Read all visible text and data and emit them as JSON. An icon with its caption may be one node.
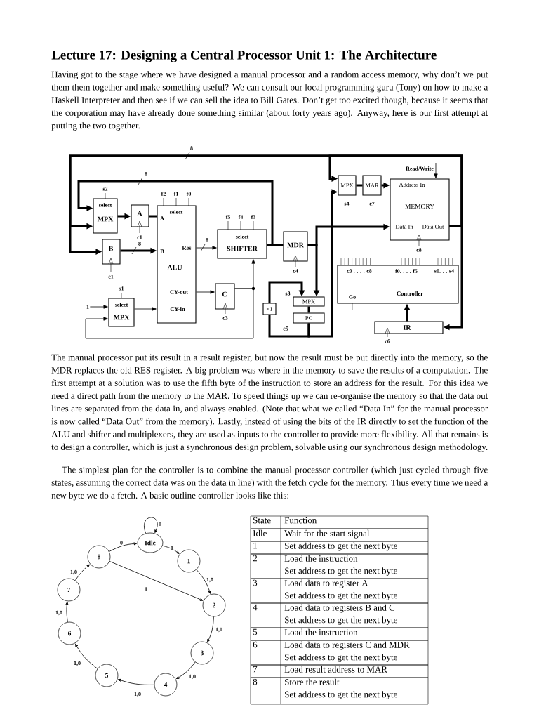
{
  "diagram": {
    "title": "Lecture 17: Designing a Central Processor Unit 1: The Architecture",
    "nodes": [
      {
        "text": [
          "select",
          "MPX"
        ],
        "beside": [
          "s2"
        ]
      },
      {
        "text": [
          "A"
        ],
        "beside": [
          "c1"
        ]
      },
      {
        "text": [
          "B"
        ],
        "beside": [
          "c1"
        ]
      },
      {
        "text": [
          "select",
          "A",
          "B",
          "Res",
          "ALU",
          "CY-out",
          "CY-in"
        ],
        "beside": [
          "f2",
          "f1",
          "f0"
        ]
      },
      {
        "text": [
          "select",
          "MPX"
        ],
        "beside": [
          "s1"
        ]
      },
      {
        "text": [
          "C"
        ],
        "beside": [
          "c3"
        ]
      },
      {
        "text": [
          "select",
          "SHIFTER"
        ],
        "beside": [
          "f5",
          "f4",
          "f3"
        ]
      },
      {
        "text": [
          "MDR"
        ],
        "beside": [
          "c4"
        ]
      },
      {
        "text": [
          "+1"
        ]
      },
      {
        "text": [
          "MPX"
        ],
        "beside": [
          "s3"
        ]
      },
      {
        "text": [
          "PC"
        ],
        "beside": [
          "c5"
        ]
      },
      {
        "text": [
          "MPX"
        ],
        "beside": [
          "s4"
        ]
      },
      {
        "text": [
          "MAR"
        ],
        "beside": [
          "c7"
        ]
      },
      {
        "text": [
          "Address In",
          "MEMORY",
          "Data In",
          "Data Out"
        ],
        "beside": [
          "Read/Write",
          "c8"
        ]
      },
      {
        "text": [
          "c0 . . . . c8",
          "f0. . . . f5",
          "s0. . . s4",
          "Controller",
          "Go"
        ]
      },
      {
        "text": [
          "IR"
        ],
        "beside": [
          "c6"
        ]
      },
      {
        "text": [
          "1"
        ]
      },
      {
        "text": [
          "Idle"
        ]
      },
      {
        "text": [
          "1"
        ]
      },
      {
        "text": [
          "2"
        ]
      },
      {
        "text": [
          "3"
        ]
      },
      {
        "text": [
          "4"
        ]
      },
      {
        "text": [
          "5"
        ]
      },
      {
        "text": [
          "6"
        ]
      },
      {
        "text": [
          "7"
        ]
      },
      {
        "text": [
          "8"
        ]
      }
    ],
    "edges": [
      {
        "from": 13,
        "to": 0,
        "arrow": "to",
        "style": "thick",
        "label": "8"
      },
      {
        "from": 13,
        "to": 2,
        "arrow": "to",
        "style": "thick"
      },
      {
        "from": 13,
        "to": 11,
        "arrow": "to",
        "style": "thick"
      },
      {
        "from": 13,
        "to": 15,
        "arrow": "to",
        "style": "thick"
      },
      {
        "from": 6,
        "to": 0,
        "arrow": "to",
        "style": "thick",
        "label": "8"
      },
      {
        "from": 0,
        "to": 1,
        "arrow": "to",
        "style": "thick"
      },
      {
        "from": 1,
        "to": 3,
        "arrow": "none",
        "style": "thick"
      },
      {
        "from": 2,
        "to": 3,
        "arrow": "to",
        "style": "thick",
        "label": "8"
      },
      {
        "from": 3,
        "to": 6,
        "arrow": "to",
        "label": "8"
      },
      {
        "from": 3,
        "to": 5,
        "arrow": "to"
      },
      {
        "from": 4,
        "to": 3,
        "arrow": "to"
      },
      {
        "from": 16,
        "to": 4,
        "arrow": "to"
      },
      {
        "from": 5,
        "to": 6,
        "arrow": "to"
      },
      {
        "from": 5,
        "to": 4,
        "arrow": "to"
      },
      {
        "from": 6,
        "to": 7,
        "arrow": "none",
        "style": "thick"
      },
      {
        "from": 7,
        "to": 13,
        "arrow": "to",
        "style": "thick"
      },
      {
        "from": 7,
        "to": 9,
        "arrow": "to",
        "style": "thick"
      },
      {
        "from": 8,
        "to": 9,
        "arrow": "to",
        "style": "thick"
      },
      {
        "from": 9,
        "to": 10,
        "arrow": "none",
        "style": "thick"
      },
      {
        "from": 10,
        "to": 8,
        "arrow": "none",
        "style": "thick"
      },
      {
        "from": 10,
        "to": 11,
        "arrow": "to",
        "style": "thick"
      },
      {
        "from": 11,
        "to": 12,
        "arrow": "none",
        "style": "thick"
      },
      {
        "from": 12,
        "to": 13,
        "arrow": "to",
        "style": "thick"
      },
      {
        "from": 15,
        "to": 14,
        "arrow": "to",
        "style": "thick"
      },
      {
        "from": null,
        "to": 13,
        "arrow": "to"
      },
      {
        "from": 17,
        "to": 17,
        "arrow": "to",
        "label": "0"
      },
      {
        "from": 17,
        "to": 18,
        "arrow": "to",
        "label": "1"
      },
      {
        "from": 18,
        "to": 19,
        "arrow": "to",
        "label": "1,0"
      },
      {
        "from": 19,
        "to": 20,
        "arrow": "to",
        "label": "1,0"
      },
      {
        "from": 20,
        "to": 21,
        "arrow": "to",
        "label": "1,0"
      },
      {
        "from": 21,
        "to": 22,
        "arrow": "to",
        "label": "1,0"
      },
      {
        "from": 22,
        "to": 23,
        "arrow": "to",
        "label": "1,0"
      },
      {
        "from": 23,
        "to": 24,
        "arrow": "to",
        "label": "1,0"
      },
      {
        "from": 24,
        "to": 25,
        "arrow": "to",
        "label": "1,0"
      },
      {
        "from": 25,
        "to": 17,
        "arrow": "to",
        "label": "0"
      },
      {
        "from": 25,
        "to": 19,
        "arrow": "to",
        "label": "1"
      }
    ],
    "labels": [
      "Having got to the stage where we have designed a manual processor and a random access memory, why don’t we put them them together and make something useful? We can consult our local programming guru (Tony) on how to make a Haskell Interpreter and then see if we can sell the idea to Bill Gates. Don’t get too excited though, because it seems that the corporation may have already done something similar (about forty years ago). Anyway, here is our first attempt at putting the two together.",
      "The manual processor put its result in a result register, but now the result must be put directly into the memory, so the MDR replaces the old RES register. A big problem was where in the memory to save the results of a computation. The first attempt at a solution was to use the fifth byte of the instruction to store an address for the result. For this idea we need a direct path from the memory to the MAR. To speed things up we can re-organise the memory so that the data out lines are separated from the data in, and always enabled. (Note that what we called “Data In” for the manual processor is now called “Data Out” from the memory). Lastly, instead of using the bits of the IR directly to set the function of the ALU and shifter and multiplexers, they are used as inputs to the controller to provide more flexibility. All that remains is to design a controller, which is just a synchronous design problem, solvable using our synchronous design methodology.",
      "The simplest plan for the controller is to combine the manual processor controller (which just cycled through five states, assuming the correct data was on the data in line) with the fetch cycle for the memory. Thus every time we need a new byte we do a fetch. A basic outline controller looks like this:",
      "State",
      "Function",
      "Idle",
      "Wait for the start signal",
      "1",
      "Set address to get the next byte",
      "2",
      "Load the instruction",
      "Set address to get the next byte",
      "3",
      "Load data to register A",
      "Set address to get the next byte",
      "4",
      "Load data to registers B and C",
      "Set address to get the next byte",
      "5",
      "Load the instruction",
      "6",
      "Load data to registers C and MDR",
      "Set address to get the next byte",
      "7",
      "Load result address to MAR",
      "8",
      "Store the result",
      "Set address to get the next byte"
    ]
  }
}
